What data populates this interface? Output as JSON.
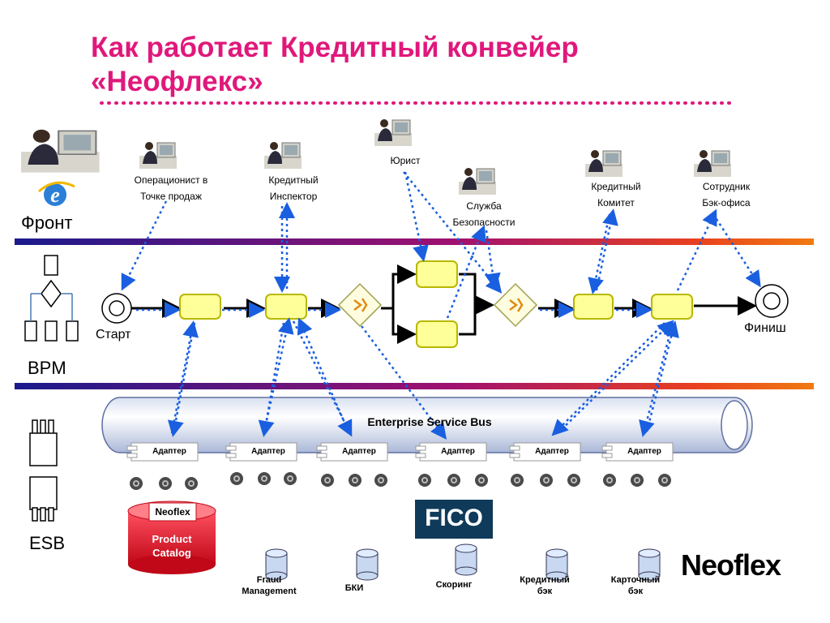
{
  "title": {
    "line1": "Как работает Кредитный конвейер",
    "line2": "«Неофлекс»"
  },
  "layers": {
    "front": "Фронт",
    "bpm": "BPM",
    "esb": "ESB"
  },
  "roles": [
    {
      "line1": "Операционист в",
      "line2": "Точке продаж"
    },
    {
      "line1": "Кредитный",
      "line2": "Инспектор"
    },
    {
      "line1": "Юрист",
      "line2": ""
    },
    {
      "line1": "Служба",
      "line2": "Безопасности"
    },
    {
      "line1": "Кредитный",
      "line2": "Комитет"
    },
    {
      "line1": "Сотрудник",
      "line2": "Бэк-офиса"
    }
  ],
  "process": {
    "start": "Старт",
    "finish": "Финиш"
  },
  "bus": {
    "label": "Enterprise Service Bus"
  },
  "adapters": [
    "Адаптер",
    "Адаптер",
    "Адаптер",
    "Адаптер",
    "Адаптер",
    "Адаптер"
  ],
  "systems": [
    {
      "line1": "",
      "line2": ""
    },
    {
      "line1": "Fraud",
      "line2": "Management"
    },
    {
      "line1": "БКИ",
      "line2": ""
    },
    {
      "line1": "Скоринг",
      "line2": ""
    },
    {
      "line1": "Кредитный",
      "line2": "бэк"
    },
    {
      "line1": "Карточный",
      "line2": "бэк"
    }
  ],
  "catalog": {
    "logo": "Neoflex",
    "line1": "Product",
    "line2": "Catalog"
  },
  "fico": {
    "label": "FICO"
  },
  "brand": {
    "text": "Neoflex"
  },
  "colors": {
    "title": "#e0187b",
    "task_fill": "#ffff99",
    "task_stroke": "#b8b800",
    "arrow_blue": "#1a5fe0",
    "catalog_red": "#e01020"
  }
}
